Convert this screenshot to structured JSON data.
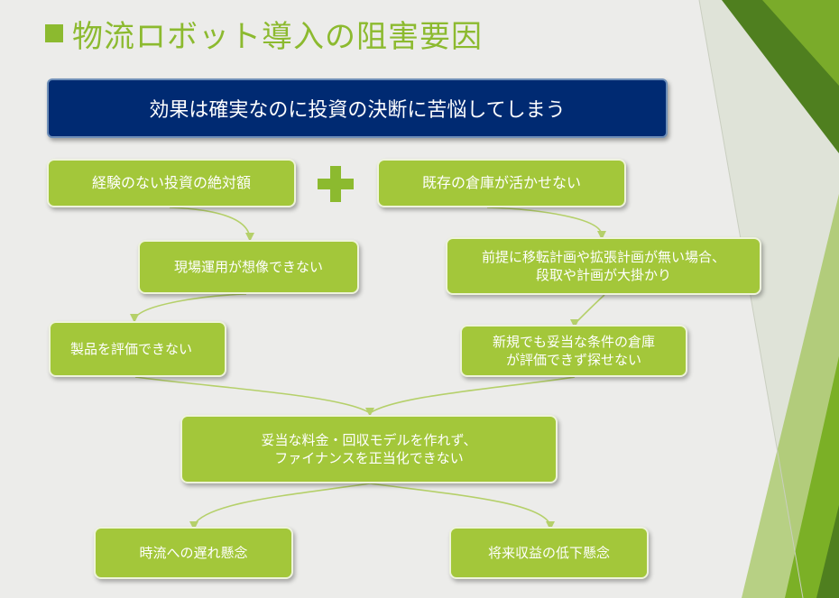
{
  "slide": {
    "title": "物流ロボット導入の阻害要因",
    "banner": "効果は確実なのに投資の決断に苦悩してしまう",
    "plus_icon": "plus-icon",
    "boxes": {
      "investment_amount": "経験のない投資の絶対額",
      "existing_warehouse": "既存の倉庫が活かせない",
      "cannot_imagine_operation": "現場運用が想像できない",
      "no_plan_line1": "前提に移転計画や拡張計画が無い場合、",
      "no_plan_line2": "段取や計画が大掛かり",
      "cannot_evaluate_product": "製品を評価できない",
      "new_warehouse_line1": "新規でも妥当な条件の倉庫",
      "new_warehouse_line2": "が評価できず探せない",
      "pricing_line1": "妥当な料金・回収モデルを作れず、",
      "pricing_line2": "ファイナンスを正当化できない",
      "falling_behind": "時流への遅れ懸念",
      "future_revenue": "将来収益の低下懸念"
    },
    "colors": {
      "accent_green": "#8cba2f",
      "box_green": "#a3c73a",
      "banner_navy": "#002a72",
      "background": "#ececea"
    }
  }
}
